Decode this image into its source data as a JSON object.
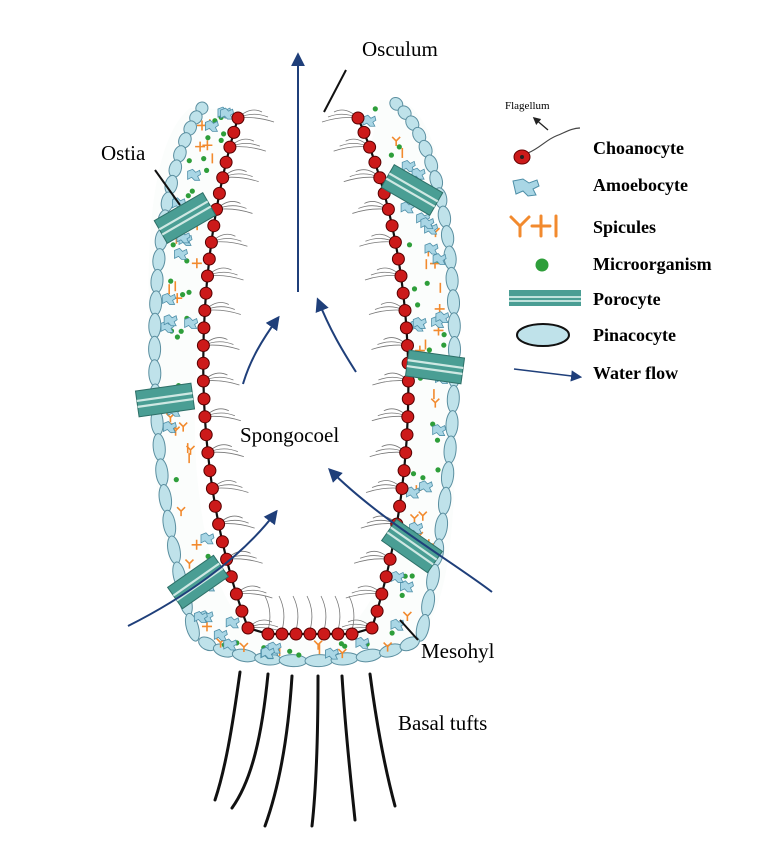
{
  "labels": {
    "osculum": "Osculum",
    "ostia": "Ostia",
    "spongocoel": "Spongocoel",
    "mesohyl": "Mesohyl",
    "basal_tufts": "Basal tufts",
    "flagellum": "Flagellum"
  },
  "legend": {
    "items": [
      {
        "label": "Choanocyte",
        "icon": "choanocyte-icon"
      },
      {
        "label": "Amoebocyte",
        "icon": "amoebocyte-icon"
      },
      {
        "label": "Spicules",
        "icon": "spicules-icon"
      },
      {
        "label": "Microorganism",
        "icon": "microorganism-icon"
      },
      {
        "label": "Porocyte",
        "icon": "porocyte-icon"
      },
      {
        "label": "Pinacocyte",
        "icon": "pinacocyte-icon"
      },
      {
        "label": "Water flow",
        "icon": "water-flow-icon"
      }
    ]
  },
  "colors": {
    "choanocyte": "#cc1a1a",
    "amoebocyte": "#a9d6e5",
    "spicule": "#f28a2e",
    "microorganism": "#2e9e3a",
    "porocyte": "#4a9e94",
    "pinacocyte": "#bfe2ea",
    "water_flow": "#1f3f7a"
  }
}
